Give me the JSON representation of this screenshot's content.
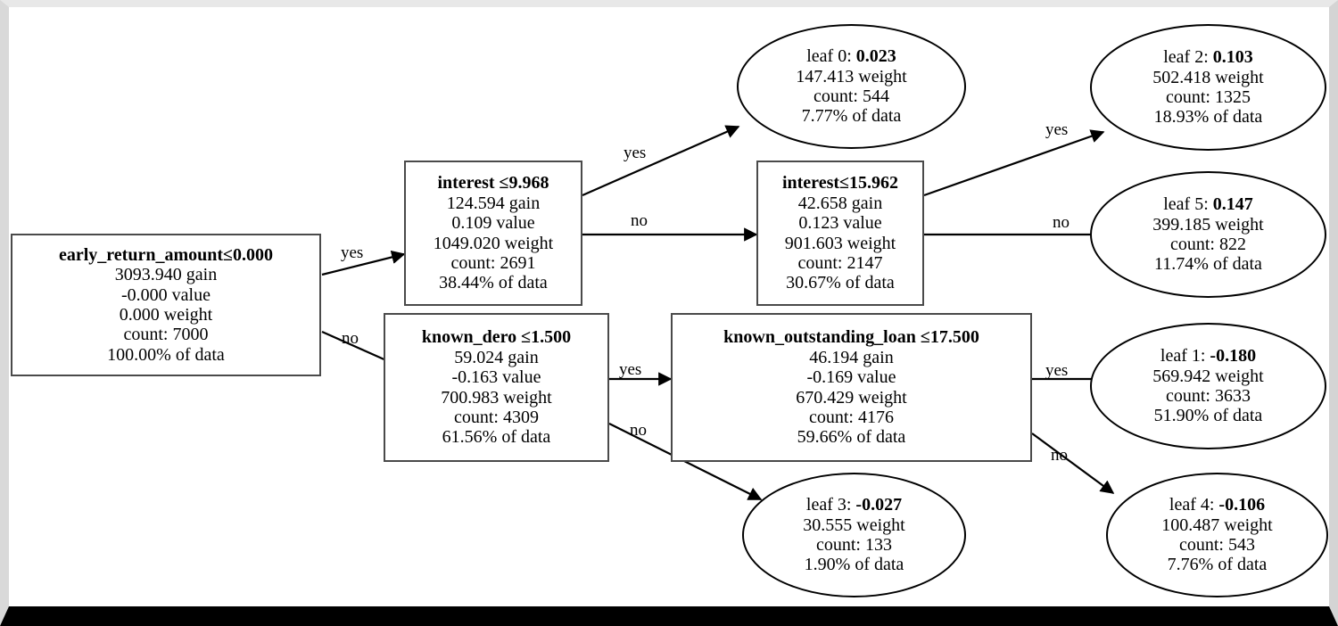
{
  "diagram": {
    "title": "XGBoost decision tree",
    "background": "#ffffff",
    "node_border_color": "#4a4a4a",
    "leaf_border_color": "#000000",
    "edge_color": "#000000"
  },
  "nodes": {
    "root": {
      "feature": "early_return_amount",
      "operator": "≤",
      "threshold": "0.000",
      "gain": "3093.940 gain",
      "value": "-0.000 value",
      "weight": "0.000 weight",
      "count": "count: 7000",
      "pct": "100.00% of data"
    },
    "interest_9968": {
      "feature": "interest",
      "operator": "≤",
      "threshold": "9.968",
      "gain": "124.594 gain",
      "value": "0.109 value",
      "weight": "1049.020 weight",
      "count": "count: 2691",
      "pct": "38.44% of data"
    },
    "known_dero": {
      "feature": "known_dero",
      "operator": "≤",
      "threshold": "1.500",
      "gain": "59.024 gain",
      "value": "-0.163 value",
      "weight": "700.983 weight",
      "count": "count: 4309",
      "pct": "61.56% of data"
    },
    "interest_15962": {
      "feature": "interest",
      "operator": "≤",
      "threshold": "15.962",
      "gain": "42.658 gain",
      "value": "0.123 value",
      "weight": "901.603 weight",
      "count": "count: 2147",
      "pct": "30.67% of data"
    },
    "known_outstanding_loan": {
      "feature": "known_outstanding_loan",
      "operator": "≤",
      "threshold": "17.500",
      "gain": "46.194 gain",
      "value": "-0.169 value",
      "weight": "670.429 weight",
      "count": "count: 4176",
      "pct": "59.66% of data"
    }
  },
  "leaves": {
    "leaf0": {
      "label": "leaf 0: ",
      "value": "0.023",
      "weight": "147.413 weight",
      "count": "count: 544",
      "pct": "7.77% of data"
    },
    "leaf2": {
      "label": "leaf 2: ",
      "value": "0.103",
      "weight": "502.418 weight",
      "count": "count: 1325",
      "pct": "18.93% of data"
    },
    "leaf5": {
      "label": "leaf 5: ",
      "value": "0.147",
      "weight": "399.185 weight",
      "count": "count: 822",
      "pct": "11.74% of data"
    },
    "leaf1": {
      "label": "leaf 1: ",
      "value": "-0.180",
      "weight": "569.942 weight",
      "count": "count: 3633",
      "pct": "51.90% of data"
    },
    "leaf3": {
      "label": "leaf 3: ",
      "value": "-0.027",
      "weight": "30.555 weight",
      "count": "count: 133",
      "pct": "1.90% of data"
    },
    "leaf4": {
      "label": "leaf 4: ",
      "value": "-0.106",
      "weight": "100.487 weight",
      "count": "count: 543",
      "pct": "7.76% of data"
    }
  },
  "edges": {
    "root_yes": "yes",
    "root_no": "no",
    "interest9968_yes": "yes",
    "interest9968_no": "no",
    "interest15962_yes": "yes",
    "interest15962_no": "no",
    "knowndero_yes": "yes",
    "knowndero_no": "no",
    "knownloan_yes": "yes",
    "knownloan_no": "no"
  }
}
